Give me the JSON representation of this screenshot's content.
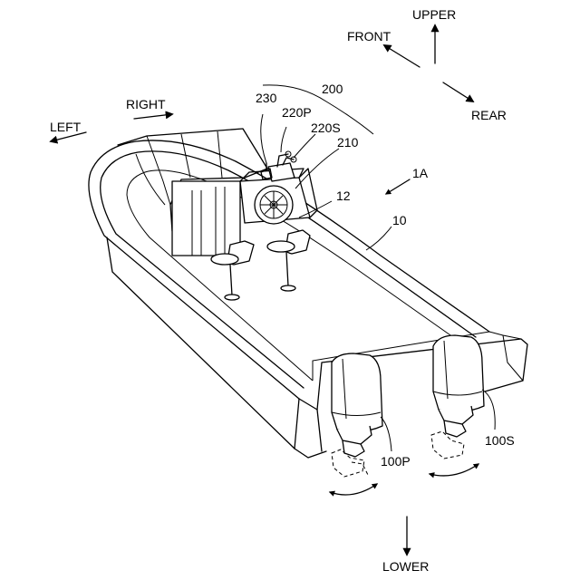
{
  "directions": {
    "upper": "UPPER",
    "lower": "LOWER",
    "front": "FRONT",
    "rear": "REAR",
    "left": "LEFT",
    "right": "RIGHT"
  },
  "refs": {
    "r200": "200",
    "r230": "230",
    "r220p": "220P",
    "r220s": "220S",
    "r210": "210",
    "r1a": "1A",
    "r12": "12",
    "r10": "10",
    "r100p": "100P",
    "r100s": "100S"
  }
}
